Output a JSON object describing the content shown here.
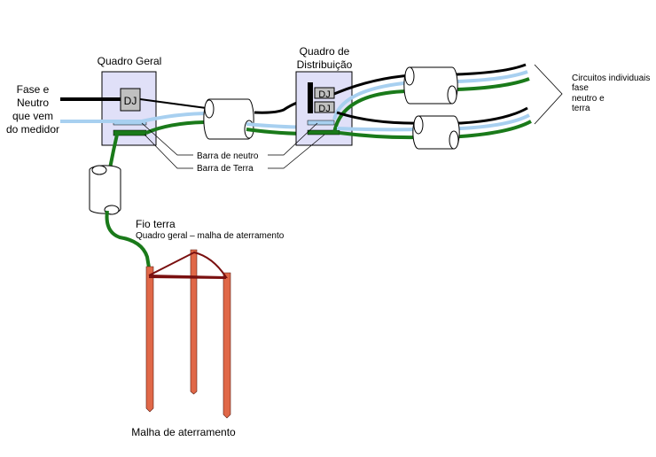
{
  "labels": {
    "source_line1": "Fase e",
    "source_line2": "Neutro",
    "source_line3": "que vem",
    "source_line4": "do medidor",
    "main_panel": "Quadro Geral",
    "dist_panel_line1": "Quadro de",
    "dist_panel_line2": "Distribuição",
    "breaker": "DJ",
    "neutral_bar": "Barra de neutro",
    "earth_bar": "Barra de Terra",
    "circuits_line1": "Circuitos individuais",
    "circuits_line2": "fase",
    "circuits_line3": "neutro e",
    "circuits_line4": "terra",
    "ground_wire": "Fio terra",
    "ground_wire_sub": "Quadro geral – malha de aterramento",
    "ground_grid": "Malha de aterramento"
  },
  "colors": {
    "phase_wire": "#000000",
    "neutral_wire": "#a8d0f0",
    "earth_wire": "#1a7a1a",
    "panel_fill": "#e0e0f8",
    "breaker_fill": "#c0c0c0",
    "rod_fill": "#e06848",
    "grid_wire": "#7a1010"
  }
}
